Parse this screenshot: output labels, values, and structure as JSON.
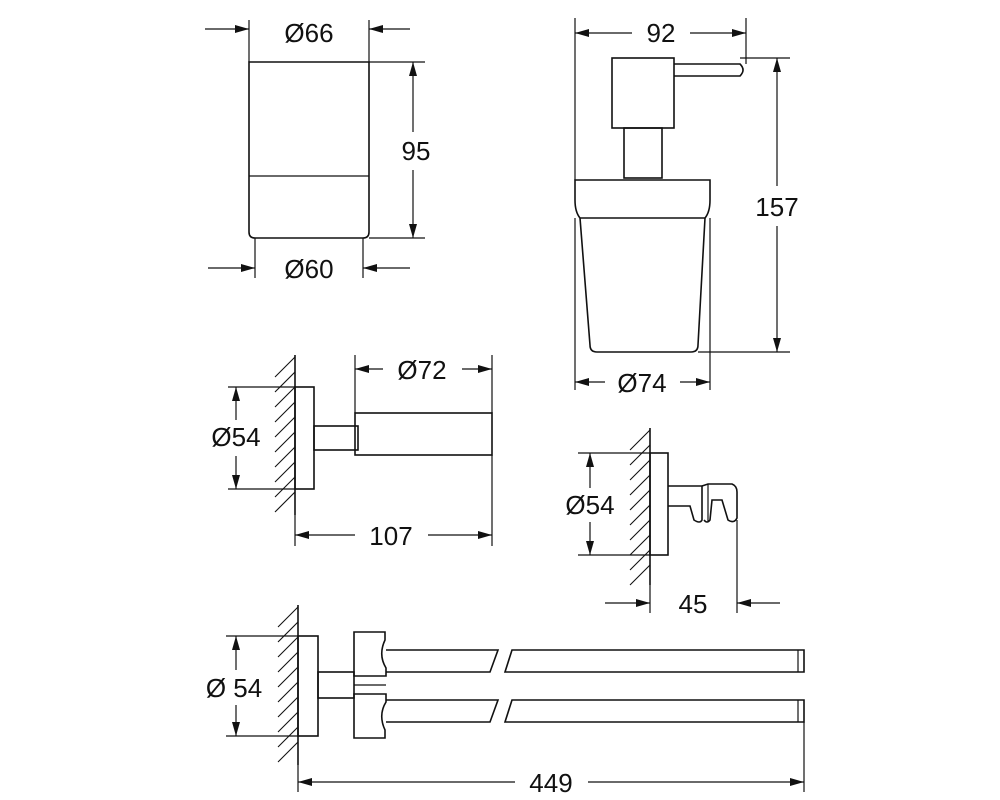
{
  "dimensions": {
    "tumbler_top_diameter": "Ø66",
    "tumbler_height": "95",
    "tumbler_bottom_diameter": "Ø60",
    "dispenser_width": "92",
    "dispenser_height": "157",
    "dispenser_diameter": "Ø74",
    "holder_diameter": "Ø72",
    "holder_wall_diameter": "Ø54",
    "holder_projection": "107",
    "hook_wall_diameter": "Ø54",
    "hook_projection": "45",
    "towel_bar_wall_diameter": "Ø 54",
    "towel_bar_length": "449"
  }
}
